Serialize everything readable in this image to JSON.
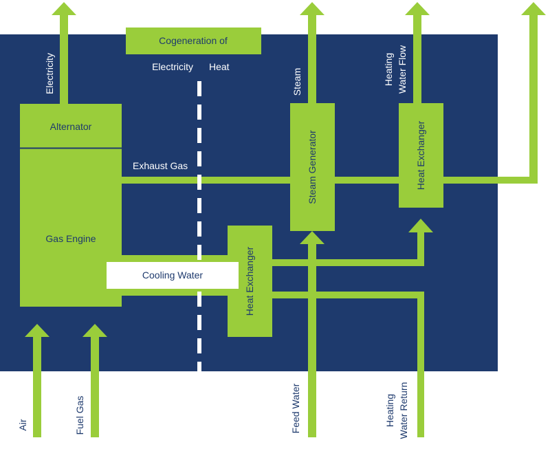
{
  "colors": {
    "background_panel": "#1e3a6d",
    "flow_green": "#9acd3b",
    "divider_white": "#ffffff",
    "box_text": "#1e3a6d",
    "label_text": "#ffffff"
  },
  "header": {
    "cogeneration_title": "Cogeneration of",
    "electricity_label": "Electricity",
    "heat_label": "Heat"
  },
  "components": {
    "alternator": "Alternator",
    "gas_engine": "Gas Engine",
    "steam_generator": "Steam Generator",
    "heat_exchanger_upper": "Heat Exchanger",
    "heat_exchanger_lower": "Heat Exchanger",
    "cooling_water": "Cooling Water"
  },
  "flows": {
    "electricity_out": "Electricity",
    "steam_out": "Steam",
    "heating_water_flow_line1": "Heating",
    "heating_water_flow_line2": "Water Flow",
    "exhaust_gas_out": "Exhaust Gas",
    "exhaust_gas_internal": "Exhaust Gas"
  },
  "inputs": {
    "air": "Air",
    "fuel_gas": "Fuel Gas",
    "feed_water": "Feed Water",
    "heating_water_return_line1": "Heating",
    "heating_water_return_line2": "Water Return"
  }
}
